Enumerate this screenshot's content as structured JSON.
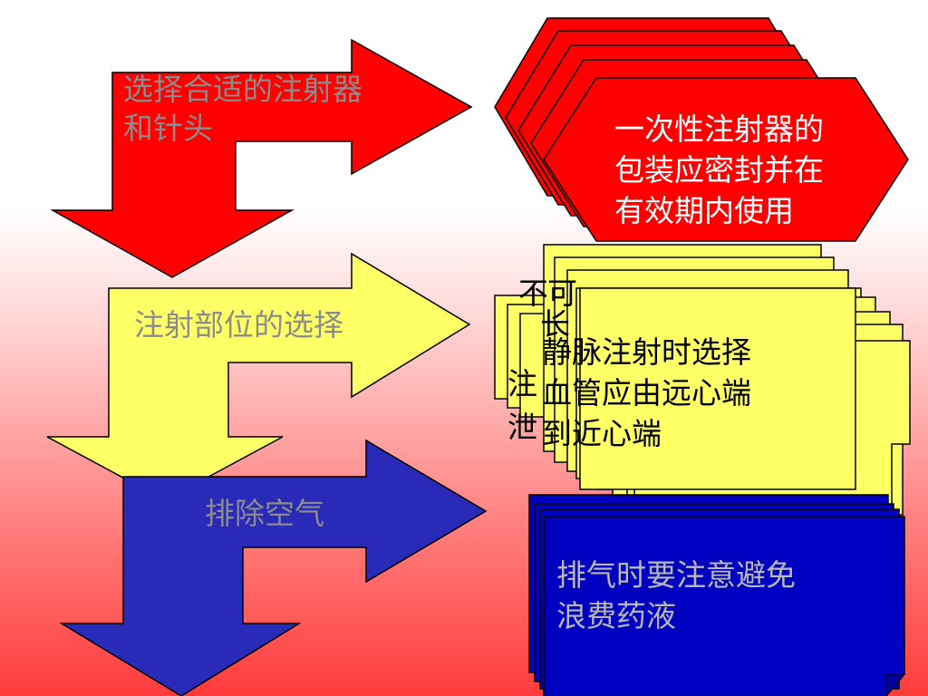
{
  "steps": [
    {
      "label_line1": "选择合适的注射器",
      "label_line2": "和针头",
      "color": "#ff0000"
    },
    {
      "label": "注射部位的选择",
      "color": "#ffff66"
    },
    {
      "label": "排除空气",
      "color": "#2a2ab8"
    }
  ],
  "cards": [
    {
      "lines": [
        "一次性注射器的",
        "包装应密封并在",
        "有效期内使用"
      ],
      "color": "#ff0000",
      "text_color": "#ffffff"
    },
    {
      "lines": [
        "静脉注射时选择",
        "血管应由远心端",
        "到近心端"
      ],
      "color": "#ffff66",
      "text_color": "#000000",
      "peek_chars": [
        "不",
        "可",
        "长",
        "注",
        "泄"
      ]
    },
    {
      "lines": [
        "排气时要注意避免",
        "浪费药液"
      ],
      "color": "#0000c0",
      "text_color": "#b8b8b8"
    }
  ],
  "colors": {
    "outline": "#000000",
    "gray_text": "#8c8c8c"
  }
}
